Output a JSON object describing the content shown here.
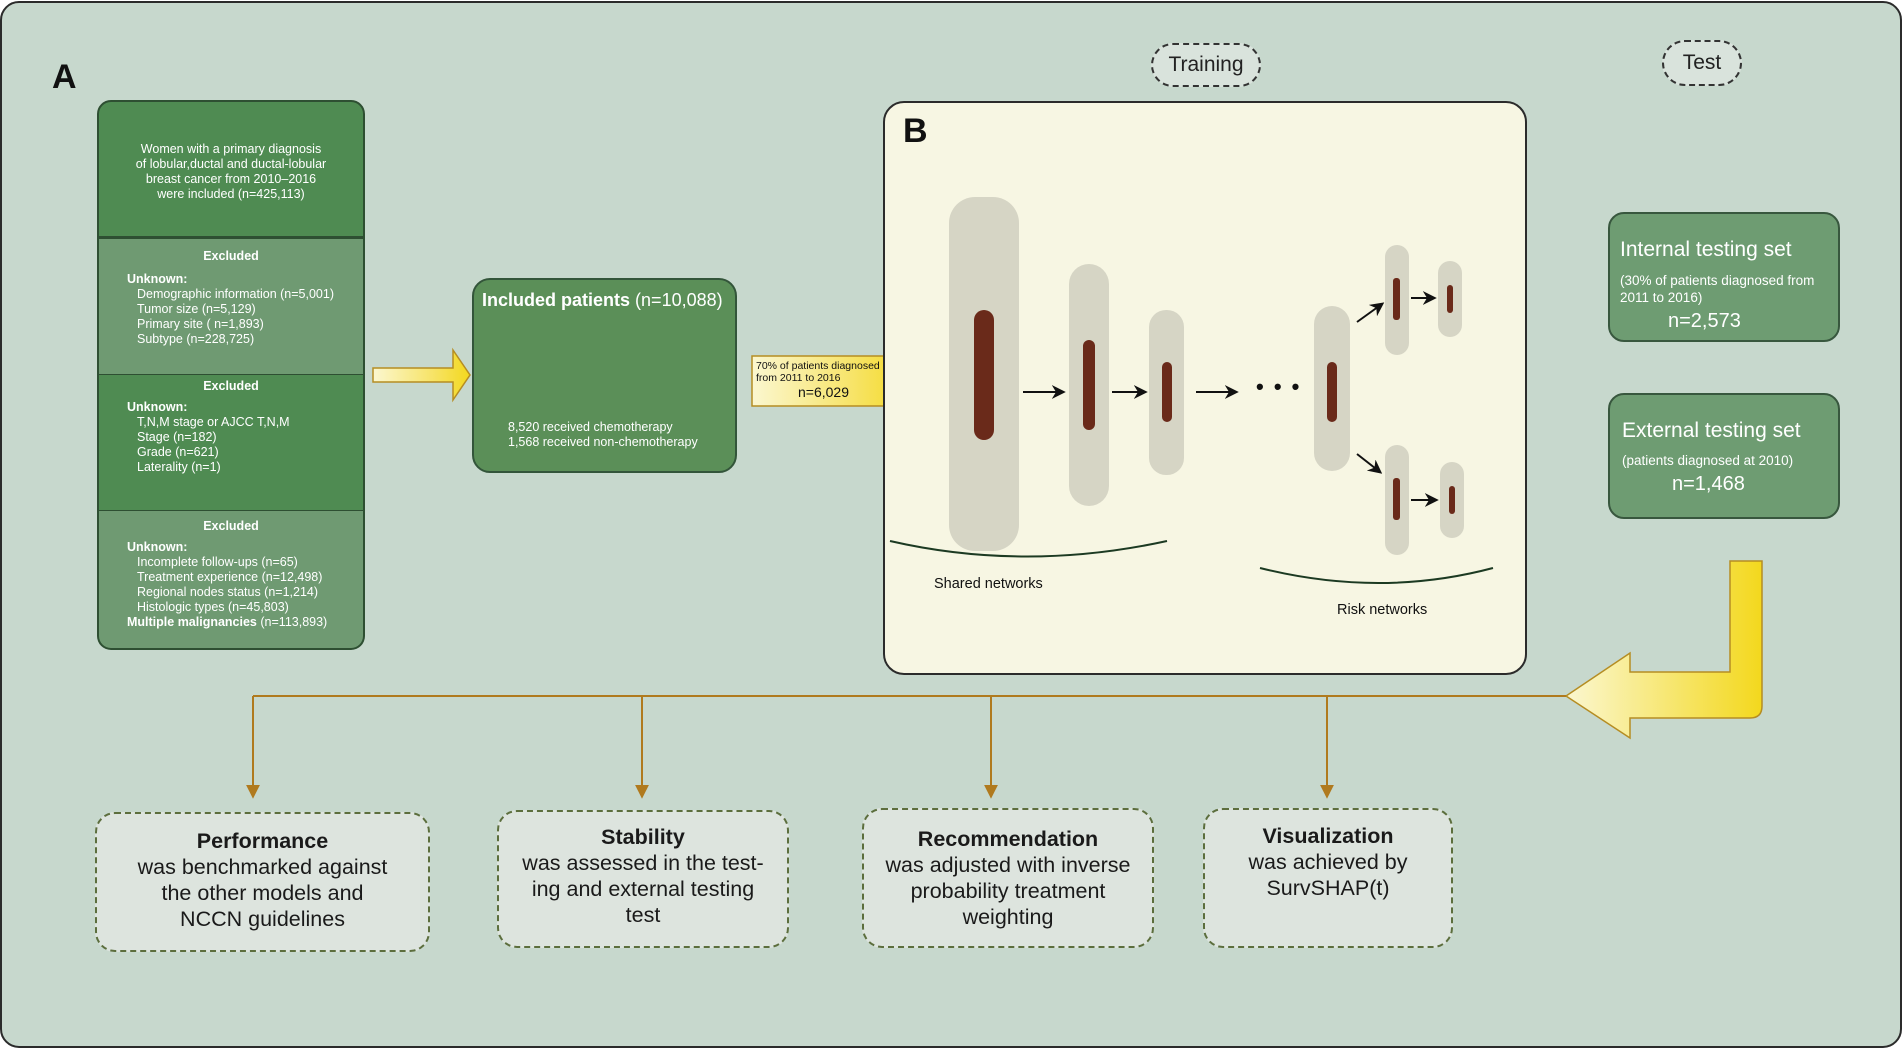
{
  "panel_a_label": "A",
  "panel_b_label": "B",
  "training_label": "Training",
  "test_label": "Test",
  "inclusion": {
    "text_lines": [
      "Women with a primary diagnosis",
      "of lobular,ductal and ductal-lobular",
      "breast cancer from 2010–2016",
      "were included (n=425,113)"
    ]
  },
  "exclusion_1": {
    "title": "Excluded",
    "unknown": "Unknown:",
    "items": [
      "Demographic information (n=5,001)",
      "Tumor size (n=5,129)",
      "Primary site ( n=1,893)",
      "Subtype (n=228,725)"
    ]
  },
  "exclusion_2": {
    "title": "Excluded",
    "unknown": "Unknown:",
    "items": [
      "T,N,M stage or AJCC T,N,M",
      "Stage (n=182)",
      "Grade (n=621)",
      "Laterality (n=1)"
    ]
  },
  "exclusion_3": {
    "title": "Excluded",
    "unknown": "Unknown:",
    "items": [
      "Incomplete follow-ups (n=65)",
      "Treatment experience (n=12,498)",
      "Regional nodes status (n=1,214)",
      "Histologic types (n=45,803)"
    ],
    "multiple_label": "Multiple malignancies",
    "multiple_count": "(n=113,893)"
  },
  "included": {
    "title": "Included patients",
    "count": "(n=10,088)",
    "line1": "8,520 received chemotherapy",
    "line2": "1,568 received non-chemotherapy"
  },
  "training_arrow": {
    "line1": "70% of patients diagnosed",
    "line2": "from 2011 to 2016",
    "count": "n=6,029"
  },
  "network": {
    "shared_label": "Shared networks",
    "risk_label": "Risk networks",
    "ellipsis": "• • •"
  },
  "internal_test": {
    "title": "Internal testing set",
    "sub1": "(30% of patients diagnosed from",
    "sub2": "2011 to 2016)",
    "count": "n=2,573"
  },
  "external_test": {
    "title": "External testing set",
    "sub1": "(patients diagnosed at 2010)",
    "count": "n=1,468"
  },
  "outcomes": [
    {
      "title": "Performance",
      "lines": [
        "was benchmarked against",
        "the other models and",
        "NCCN guidelines"
      ]
    },
    {
      "title": "Stability",
      "lines": [
        "was assessed in the test-",
        "ing and external testing",
        "test"
      ]
    },
    {
      "title": "Recommendation",
      "lines": [
        "was adjusted with inverse",
        "probability treatment",
        "weighting"
      ]
    },
    {
      "title": "Visualization",
      "lines": [
        "was achieved by",
        "SurvSHAP(t)"
      ]
    }
  ],
  "colors": {
    "background": "#c7d8cd",
    "flow_green": "#4f8b52",
    "flow_light": "#6f9a72",
    "panel_b": "#f7f6e3",
    "arrow_yellow": "#f4df2e",
    "connector": "#b07a1e",
    "node_dark": "#6a2a1a",
    "layer_gray": "#d6d5c5"
  }
}
